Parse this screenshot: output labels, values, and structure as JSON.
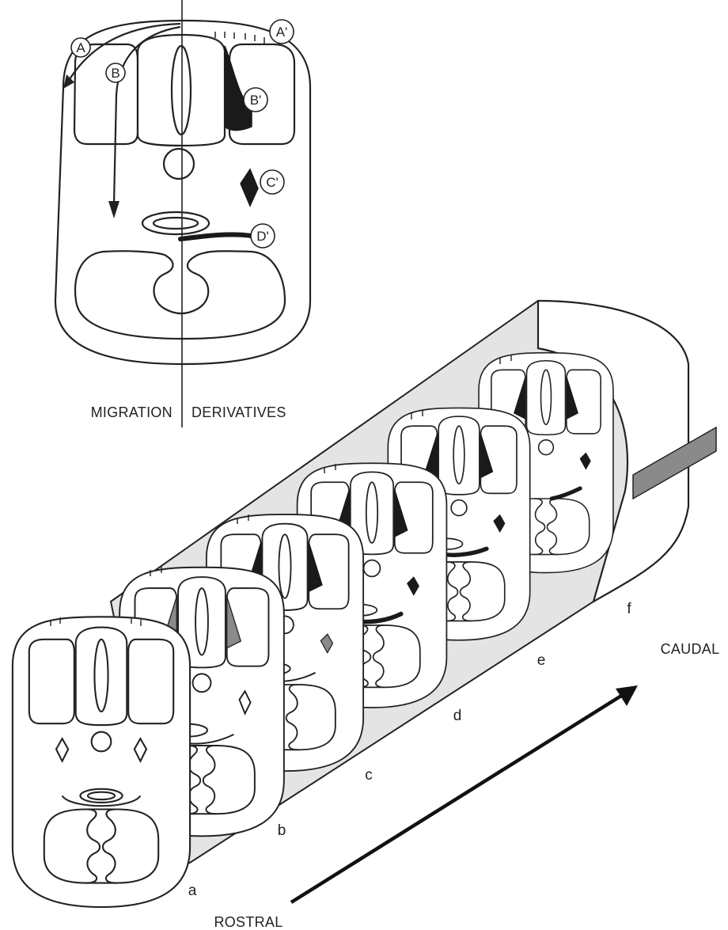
{
  "top_diagram": {
    "left_caption": "MIGRATION",
    "right_caption": "DERIVATIVES",
    "markers": {
      "A": "A",
      "B": "B",
      "A_prime": "A'",
      "B_prime": "B'",
      "C_prime": "C'",
      "D_prime": "D'"
    }
  },
  "series_diagram": {
    "sections": [
      "a",
      "b",
      "c",
      "d",
      "e",
      "f"
    ],
    "axis_start_label": "ROSTRAL",
    "axis_end_label": "CAUDAL"
  }
}
